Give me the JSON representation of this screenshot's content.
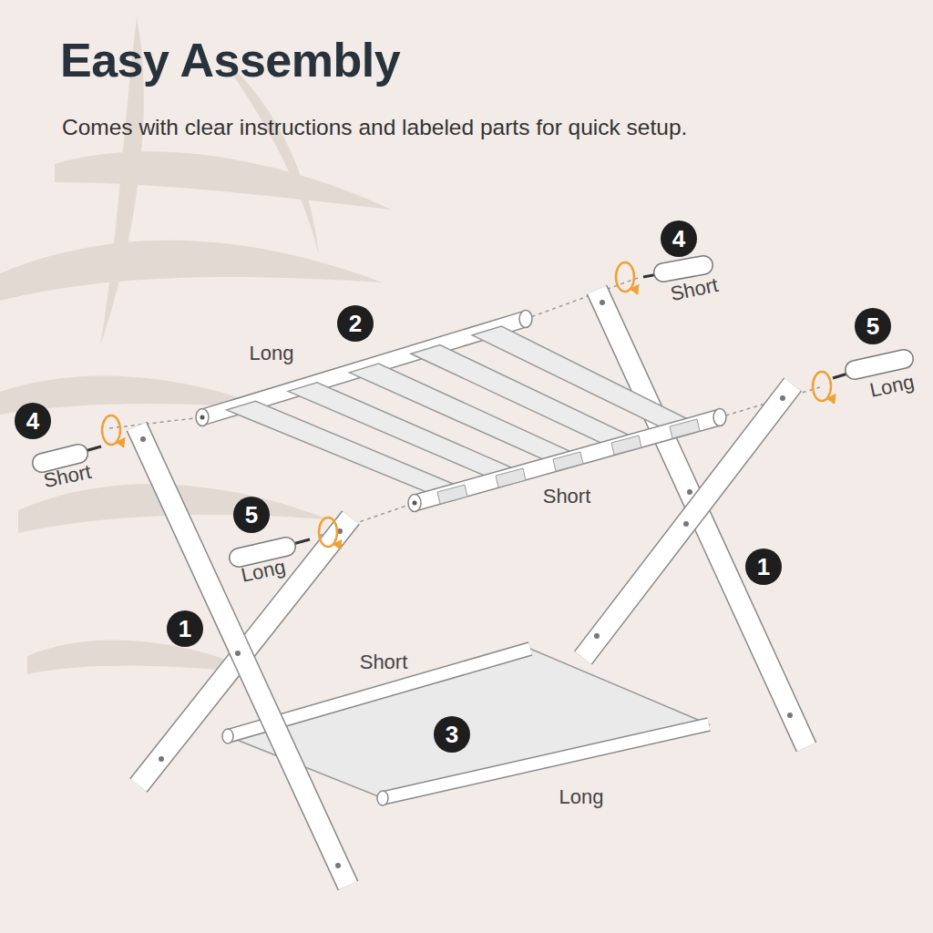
{
  "diagram": {
    "title": "Easy Assembly",
    "caption": "Comes with clear instructions and labeled parts for quick setup.",
    "nodes": [
      {
        "text": [
          "4"
        ]
      },
      {
        "text": [
          "2"
        ]
      },
      {
        "text": [
          "5"
        ]
      },
      {
        "text": [
          "4"
        ]
      },
      {
        "text": [
          "5"
        ]
      },
      {
        "text": [
          "1"
        ]
      },
      {
        "text": [
          "1"
        ]
      },
      {
        "text": [
          "3"
        ]
      }
    ],
    "labels": [
      "Short",
      "Long",
      "Long",
      "Short",
      "Short",
      "Long",
      "Short",
      "Long"
    ]
  }
}
